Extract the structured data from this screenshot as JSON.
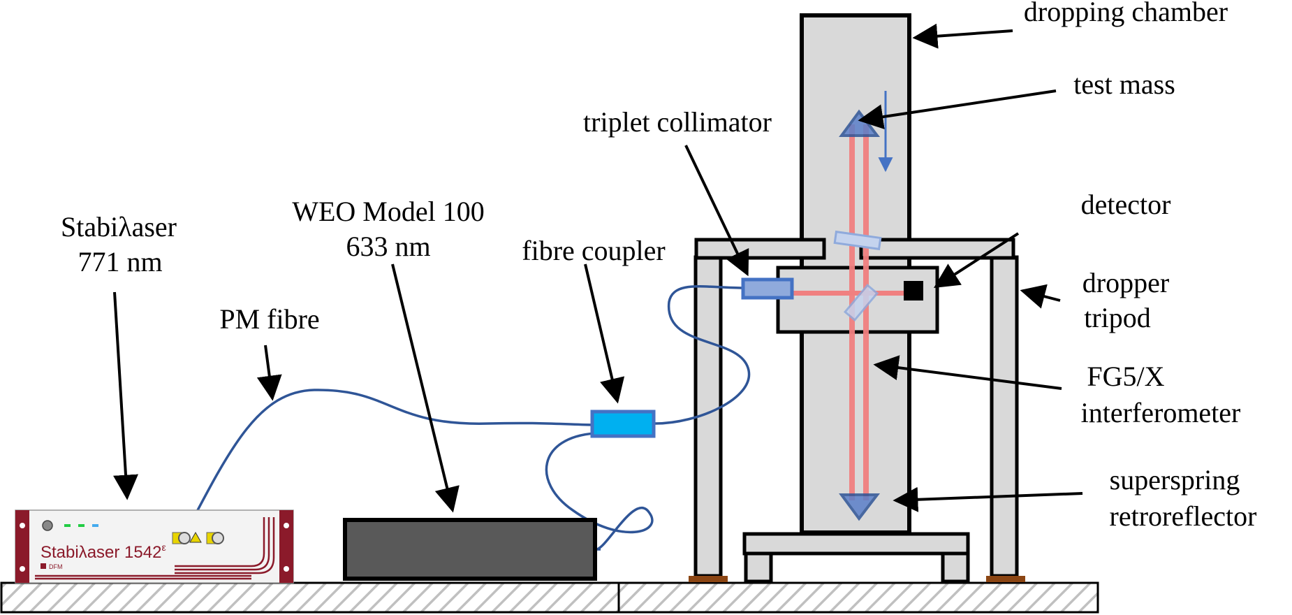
{
  "labels": {
    "stabilaser": [
      "Stabiλaser",
      "771 nm"
    ],
    "weo": [
      "WEO Model 100",
      "633 nm"
    ],
    "pm_fibre": "PM fibre",
    "fibre_coupler": "fibre coupler",
    "triplet_collimator": "triplet collimator",
    "dropping_chamber": "dropping chamber",
    "test_mass": "test mass",
    "detector": "detector",
    "dropper_tripod": [
      "dropper",
      "tripod"
    ],
    "interferometer": [
      "FG5/X",
      "interferometer"
    ],
    "retroreflector": [
      "superspring",
      "retroreflector"
    ]
  },
  "device_panel": {
    "brand": "Stabiλaser 1542",
    "brand_sup": "ε",
    "maker": "DFM"
  },
  "colors": {
    "frame": "#d9d9d9",
    "outline": "#000000",
    "laser_beam": "#f08080",
    "fibre": "#2f5597",
    "coupler": "#00b0f0",
    "collimator": "#8faadc",
    "laser_box_accent": "#8b1a2a",
    "weo_box": "#595959",
    "floor_hatch": "#bfbfbf",
    "feet": "#8b4513"
  }
}
